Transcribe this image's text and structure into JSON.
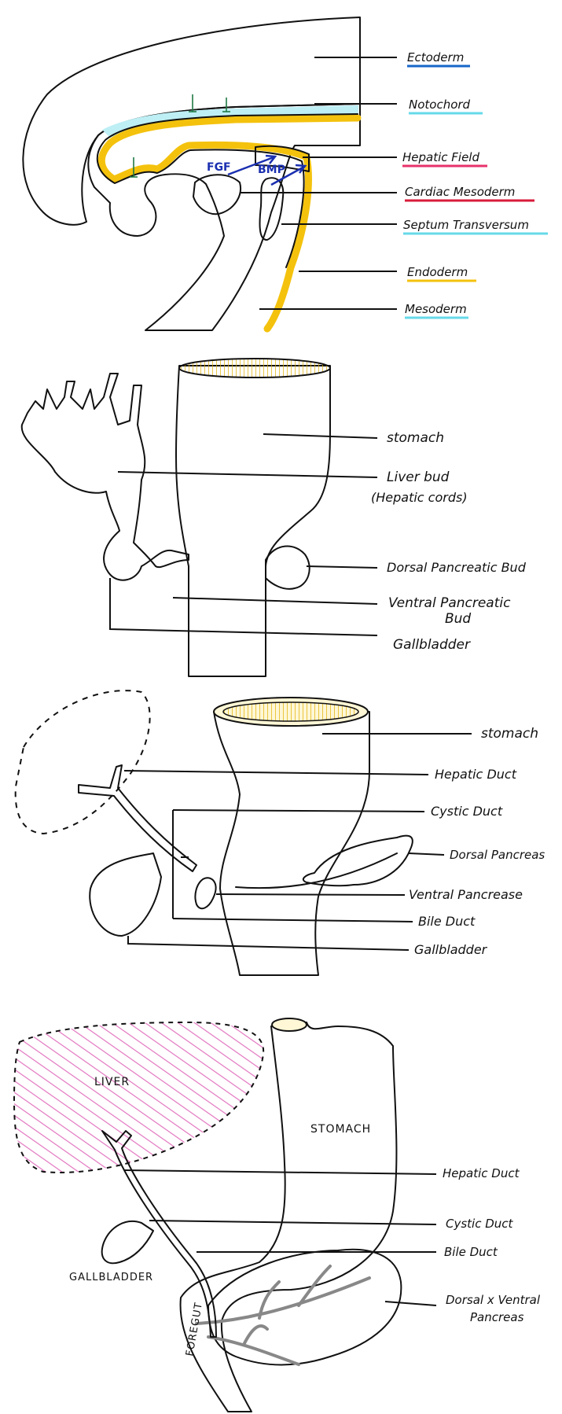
{
  "colors": {
    "ectoderm": "#0f5fd0",
    "mesoderm": "#bdeff5",
    "endoderm": "#f4c20d",
    "hepatic": "#e8326b",
    "cardiac": "#c81530",
    "septum": "#1f9a6b",
    "gallbladder_green": "#7cb342",
    "underline_blue": "#1666c9",
    "underline_cyan": "#66d9e8",
    "underline_pink": "#e8326b",
    "underline_red": "#d81b3a",
    "underline_yellow": "#f4c20d"
  },
  "panel1": {
    "labels": {
      "ectoderm": "Ectoderm",
      "notochord": "Notochord",
      "hepatic_field": "Hepatic Field",
      "cardiac_mesoderm": "Cardiac Mesoderm",
      "septum_transversum": "Septum Transversum",
      "endoderm": "Endoderm",
      "mesoderm": "Mesoderm"
    },
    "signals": {
      "fgf": "FGF",
      "bmp": "BMP"
    }
  },
  "panel2": {
    "labels": {
      "stomach": "stomach",
      "liver_bud": "Liver bud",
      "hepatic_cords": "(Hepatic cords)",
      "dorsal_pancreatic_bud": "Dorsal Pancreatic Bud",
      "ventral_pancreatic_1": "Ventral Pancreatic",
      "ventral_pancreatic_2": "Bud",
      "gallbladder": "Gallbladder"
    }
  },
  "panel3": {
    "labels": {
      "stomach": "stomach",
      "hepatic_duct": "Hepatic Duct",
      "cystic_duct": "Cystic Duct",
      "dorsal_pancreas": "Dorsal Pancreas",
      "ventral_pancrease": "Ventral Pancrease",
      "bile_duct": "Bile Duct",
      "gallbladder": "Gallbladder"
    }
  },
  "panel4": {
    "labels": {
      "liver": "LIVER",
      "stomach": "STOMACH",
      "hepatic_duct": "Hepatic Duct",
      "cystic_duct": "Cystic Duct",
      "bile_duct": "Bile Duct",
      "pancreas_1": "Dorsal x Ventral",
      "pancreas_2": "Pancreas",
      "gallbladder": "GALLBLADDER",
      "foregut": "FOREGUT"
    }
  }
}
